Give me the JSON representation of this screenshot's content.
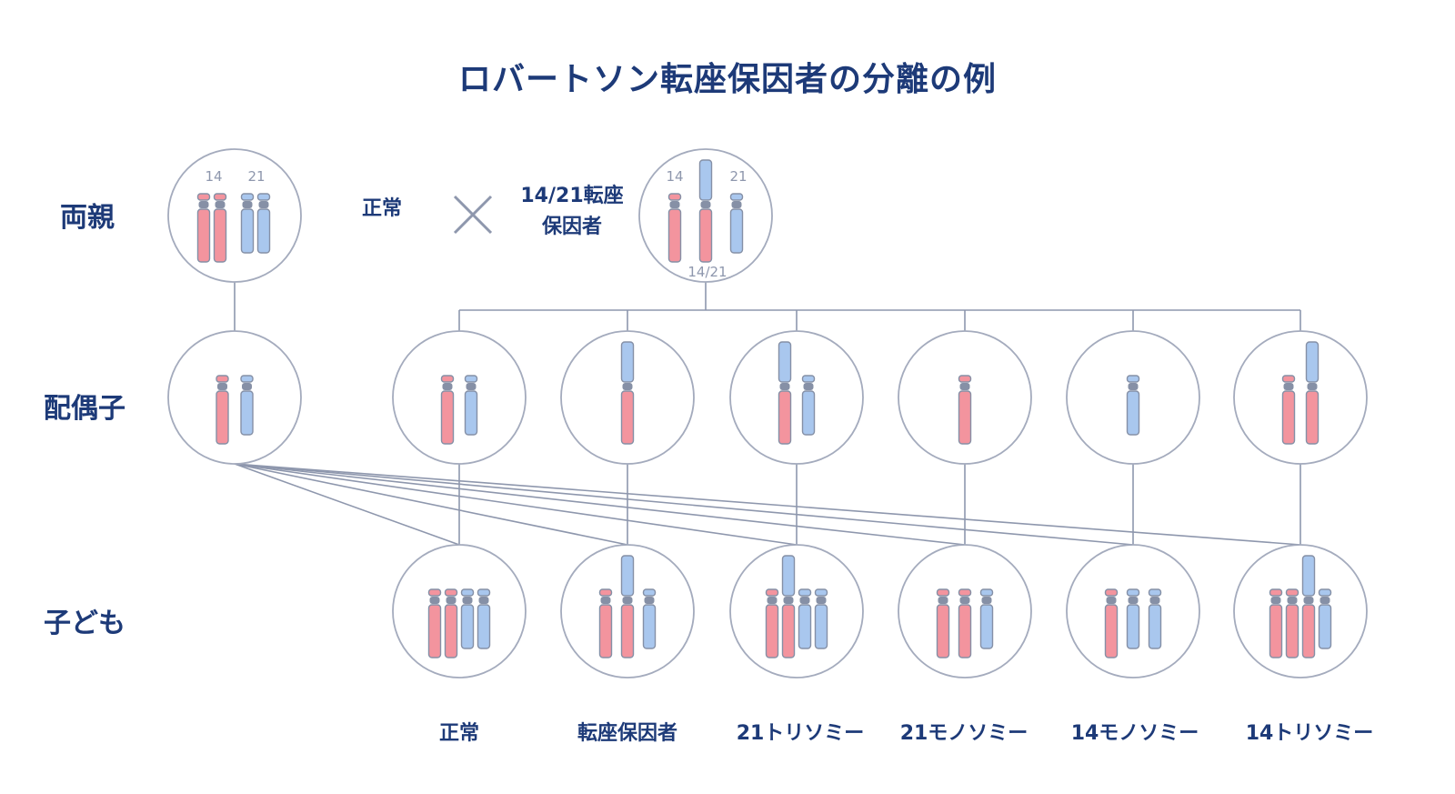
{
  "title": "ロバートソン転座保因者の分離の例",
  "rows": {
    "parents": "両親",
    "gametes": "配偶子",
    "children": "子ども"
  },
  "parents": {
    "normal_label": "正常",
    "cross_symbol": "×",
    "carrier_label_line1": "14/21転座",
    "carrier_label_line2": "保因者",
    "normal_chrom_labels": [
      "14",
      "21"
    ],
    "carrier_chrom_labels": [
      "14",
      "21"
    ],
    "carrier_fusion_label": "14/21"
  },
  "children_labels": [
    "正常",
    "転座保因者",
    "21トリソミー",
    "21モノソミー",
    "14モノソミー",
    "14トリソミー"
  ],
  "colors": {
    "title": "#1d3a78",
    "line": "#8e97ad",
    "circle_stroke": "#a4abbd",
    "chrom14_fill": "#f3949e",
    "chrom21_fill": "#a9c7ee",
    "chrom_stroke": "#8590a6",
    "centromere": "#8690a6",
    "number_label": "#8e97ad"
  },
  "chromosome_key": {
    "14": "red-chromosome-14",
    "21": "blue-chromosome-21",
    "t": "fused-translocation-chromosome"
  },
  "normal_parent_chromosomes": [
    "14",
    "14",
    "21",
    "21"
  ],
  "carrier_parent_chromosomes": [
    "14",
    "t",
    "21"
  ],
  "normal_gamete": [
    "14",
    "21"
  ],
  "carrier_gametes": [
    [
      "14",
      "21"
    ],
    [
      "t"
    ],
    [
      "t",
      "21"
    ],
    [
      "14"
    ],
    [
      "21"
    ],
    [
      "14",
      "t"
    ]
  ],
  "children": [
    [
      "14",
      "14",
      "21",
      "21"
    ],
    [
      "14",
      "t",
      "21"
    ],
    [
      "14",
      "t",
      "21",
      "21"
    ],
    [
      "14",
      "14",
      "21"
    ],
    [
      "14",
      "21",
      "21"
    ],
    [
      "14",
      "14",
      "t",
      "21"
    ]
  ]
}
